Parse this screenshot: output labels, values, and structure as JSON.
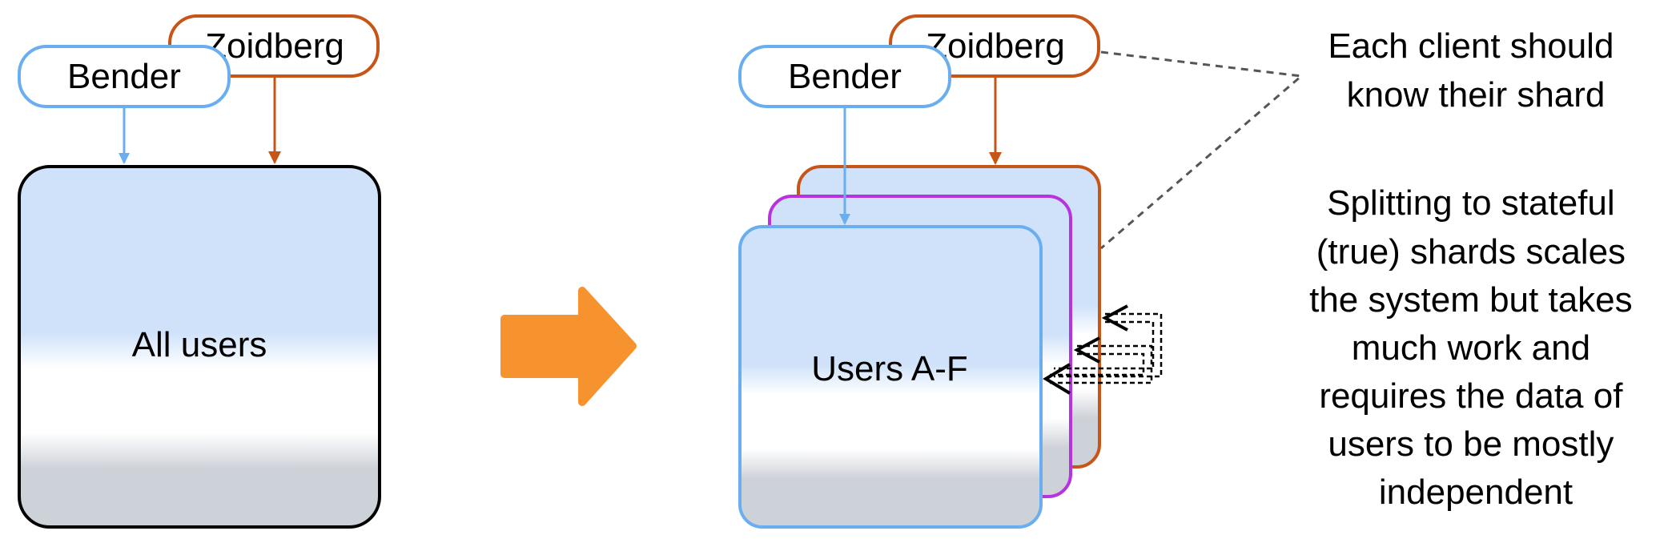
{
  "left": {
    "clients": {
      "zoidberg": "Zoidberg",
      "bender": "Bender"
    },
    "store": {
      "label": "All users"
    }
  },
  "right": {
    "clients": {
      "zoidberg": "Zoidberg",
      "bender": "Bender"
    },
    "shard_front": {
      "label": "Users A-F"
    }
  },
  "notes": {
    "client_note": [
      "Each client should",
      "know their shard"
    ],
    "summary": [
      "Splitting to stateful",
      "(true) shards scales",
      "the system but takes",
      "much work and",
      "requires the data of",
      "users to be mostly",
      "independent"
    ]
  },
  "colors": {
    "bender": "#6aaef0",
    "zoidberg": "#c85518",
    "shard_mid": "#b833e0",
    "transition_arrow": "#f7932f",
    "box_top": "#cfe2fa",
    "box_bottom": "#cdd1d8"
  }
}
